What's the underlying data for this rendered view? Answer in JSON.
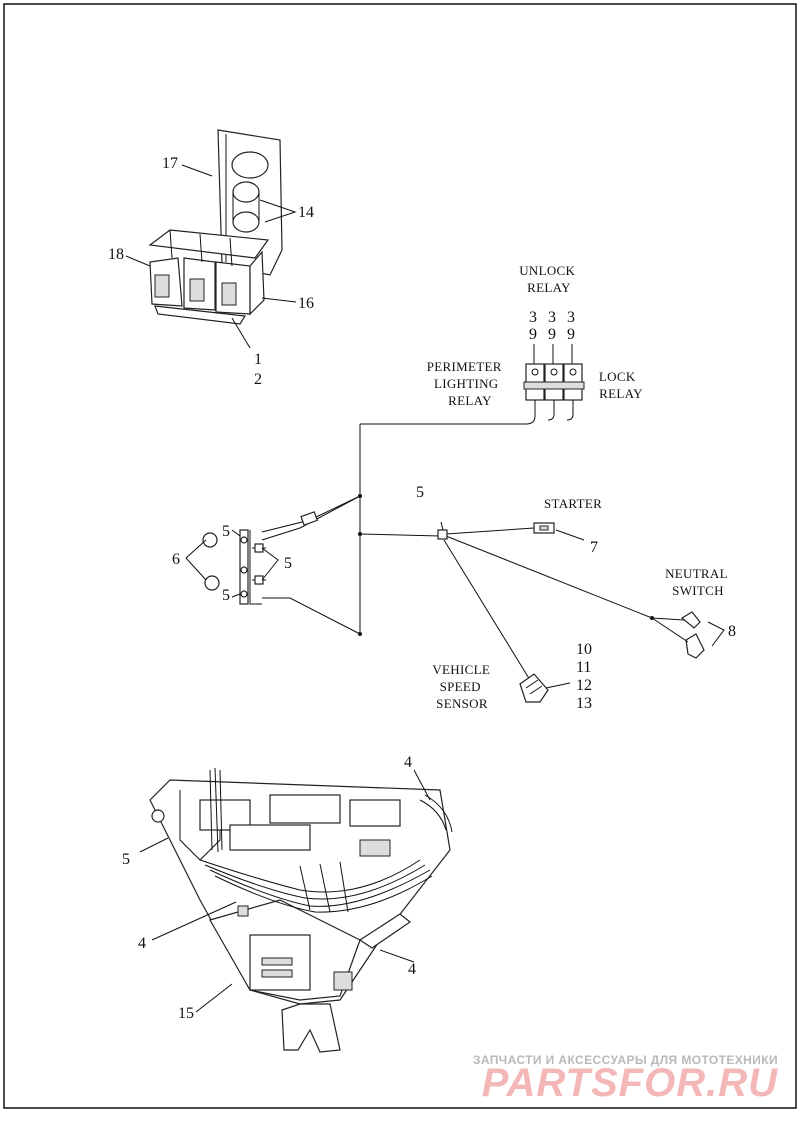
{
  "callouts": {
    "c17": "17",
    "c14": "14",
    "c18": "18",
    "c16": "16",
    "c1": "1",
    "c2": "2",
    "unlock_3": "3",
    "unlock_9": "9",
    "mid_3": "3",
    "mid_9": "9",
    "lock_3": "3",
    "lock_9": "9",
    "c5_top": "5",
    "c5_a": "5",
    "c5_b": "5",
    "c5_c": "5",
    "c6": "6",
    "c7": "7",
    "c8": "8",
    "c10": "10",
    "c11": "11",
    "c12": "12",
    "c13": "13",
    "c4_top": "4",
    "c5_bottom": "5",
    "c4_left": "4",
    "c4_right": "4",
    "c15": "15"
  },
  "captions": {
    "unlock_relay": [
      "UNLOCK",
      "RELAY"
    ],
    "perimeter_relay": [
      "PERIMETER",
      "LIGHTING",
      "RELAY"
    ],
    "lock_relay": [
      "LOCK",
      "RELAY"
    ],
    "starter": "STARTER",
    "neutral_switch": [
      "NEUTRAL",
      "SWITCH"
    ],
    "vehicle_speed_sensor": [
      "VEHICLE",
      "SPEED",
      "SENSOR"
    ]
  },
  "watermark": {
    "tagline": "ЗАПЧАСТИ И АКСЕССУАРЫ ДЛЯ МОТОТЕХНИКИ",
    "brand": "PARTSFOR.RU",
    "color": "#f3b7b7"
  }
}
